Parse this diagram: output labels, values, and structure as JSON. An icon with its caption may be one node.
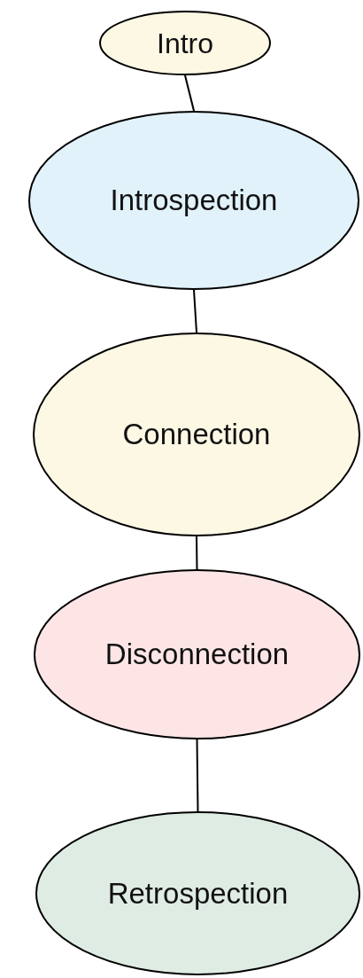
{
  "diagram": {
    "nodes": [
      {
        "text": [
          "Intro"
        ]
      },
      {
        "text": [
          "Introspection"
        ]
      },
      {
        "text": [
          "Connection"
        ]
      },
      {
        "text": [
          "Disconnection"
        ]
      },
      {
        "text": [
          "Retrospection"
        ]
      }
    ],
    "edges": [
      {
        "from": 0,
        "to": 1,
        "arrow": "none"
      },
      {
        "from": 1,
        "to": 2,
        "arrow": "none"
      },
      {
        "from": 2,
        "to": 3,
        "arrow": "none"
      },
      {
        "from": 3,
        "to": 4,
        "arrow": "none"
      }
    ]
  }
}
